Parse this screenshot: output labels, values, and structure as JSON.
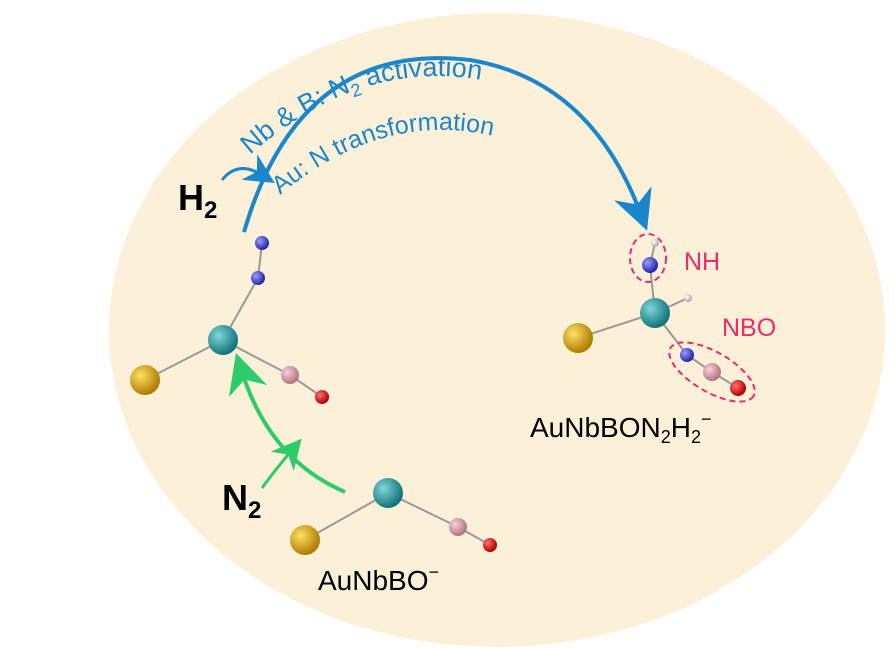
{
  "arc_labels": {
    "line1_prefix": "Nb & B: N",
    "line1_sub": "2",
    "line1_suffix": " activation",
    "line2": "Au: N transformation"
  },
  "reagents": {
    "h2_main": "H",
    "h2_sub": "2",
    "n2_main": "N",
    "n2_sub": "2"
  },
  "molecules": {
    "reactant_label": "AuNbBO",
    "reactant_charge": "−",
    "product_label_a": "AuNbBON",
    "product_sub1": "2",
    "product_label_b": "H",
    "product_sub2": "2",
    "product_charge": "−"
  },
  "annotations": {
    "nh": "NH",
    "nbo": "NBO"
  },
  "colors": {
    "background": "#fcf1d8",
    "arc_blue": "#1a86cc",
    "green": "#2ecb6a",
    "pink": "#ee2a6a",
    "nb": "#1f8f95",
    "au": "#d4a016",
    "b": "#d99aa4",
    "o": "#e01010",
    "n": "#3a3fd0",
    "h": "#e8e8e8"
  }
}
